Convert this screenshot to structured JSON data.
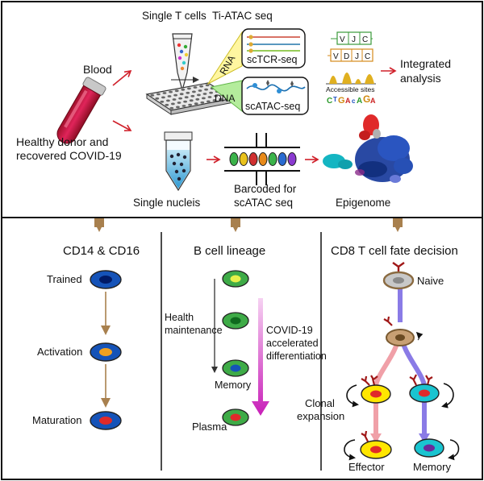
{
  "top": {
    "blood": "Blood",
    "donor_line1": "Healthy donor and",
    "donor_line2": "recovered COVID-19",
    "single_t_cells": "Single T cells",
    "ti_atac_seq": "Ti-ATAC seq",
    "rna": "RNA",
    "dna": "DNA",
    "sctcr_seq": "scTCR-seq",
    "scatac_seq": "scATAC-seq",
    "tcr_row1": [
      "V",
      "J",
      "C"
    ],
    "tcr_row2": [
      "V",
      "D",
      "J",
      "C"
    ],
    "accessible_sites": "Accessible sites",
    "integrated_line1": "Integrated",
    "integrated_line2": "analysis",
    "single_nucleis": "Single nucleis",
    "barcoded_line1": "Barcoded for",
    "barcoded_line2": "scATAC seq",
    "epigenome": "Epigenome"
  },
  "bottom": {
    "mono": {
      "title": "CD14 & CD16",
      "stages": [
        "Trained",
        "Activation",
        "Maturation"
      ]
    },
    "bcell": {
      "title": "B cell lineage",
      "health_line1": "Health",
      "health_line2": "maintenance",
      "covid_line1": "COVID-19",
      "covid_line2": "accelerated",
      "covid_line3": "differentiation",
      "memory": "Memory",
      "plasma": "Plasma"
    },
    "cd8": {
      "title": "CD8 T cell fate decision",
      "naive": "Naive",
      "clonal_line1": "Clonal",
      "clonal_line2": "expansion",
      "effector": "Effector",
      "memory": "Memory"
    }
  },
  "colors": {
    "arrow_red": "#d0202a",
    "brown_arrow": "#a8804e",
    "magenta": "#d84fd0",
    "purple_path": "#8a7be6",
    "pink_path": "#f0a0a8",
    "cell_yellow": "#ffe600",
    "cell_cyan": "#19c4d0",
    "cell_green": "#3eab47",
    "cell_blue": "#1553b8"
  }
}
